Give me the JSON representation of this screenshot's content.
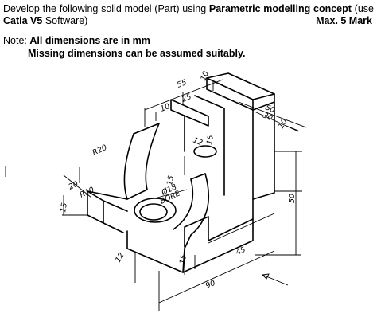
{
  "question": {
    "part1": "Develop the following solid model (Part) using ",
    "part2": "Parametric modelling concept",
    "part3": " (use",
    "software_bold": "Catia V5",
    "software_rest": " Software)",
    "marks": "Max. 5 Mark"
  },
  "note": {
    "label": "Note:",
    "line1": "All dimensions are in mm",
    "line2": "Missing dimensions can be assumed suitably."
  },
  "dimensions": {
    "d55": "55",
    "d10a": "10",
    "d10b": "10",
    "d25": "25",
    "d50a": "50",
    "d30": "30",
    "d10c": "10",
    "d12": "12",
    "d15a": "15",
    "dR20": "R20",
    "d20": "20",
    "dR10": "R10",
    "d15b": "15",
    "d15c": "15",
    "dPhi18": "Ø18",
    "dBore": "BORE",
    "d50b": "50",
    "d12b": "12",
    "d15d": "15",
    "d45": "45",
    "d90": "90"
  }
}
